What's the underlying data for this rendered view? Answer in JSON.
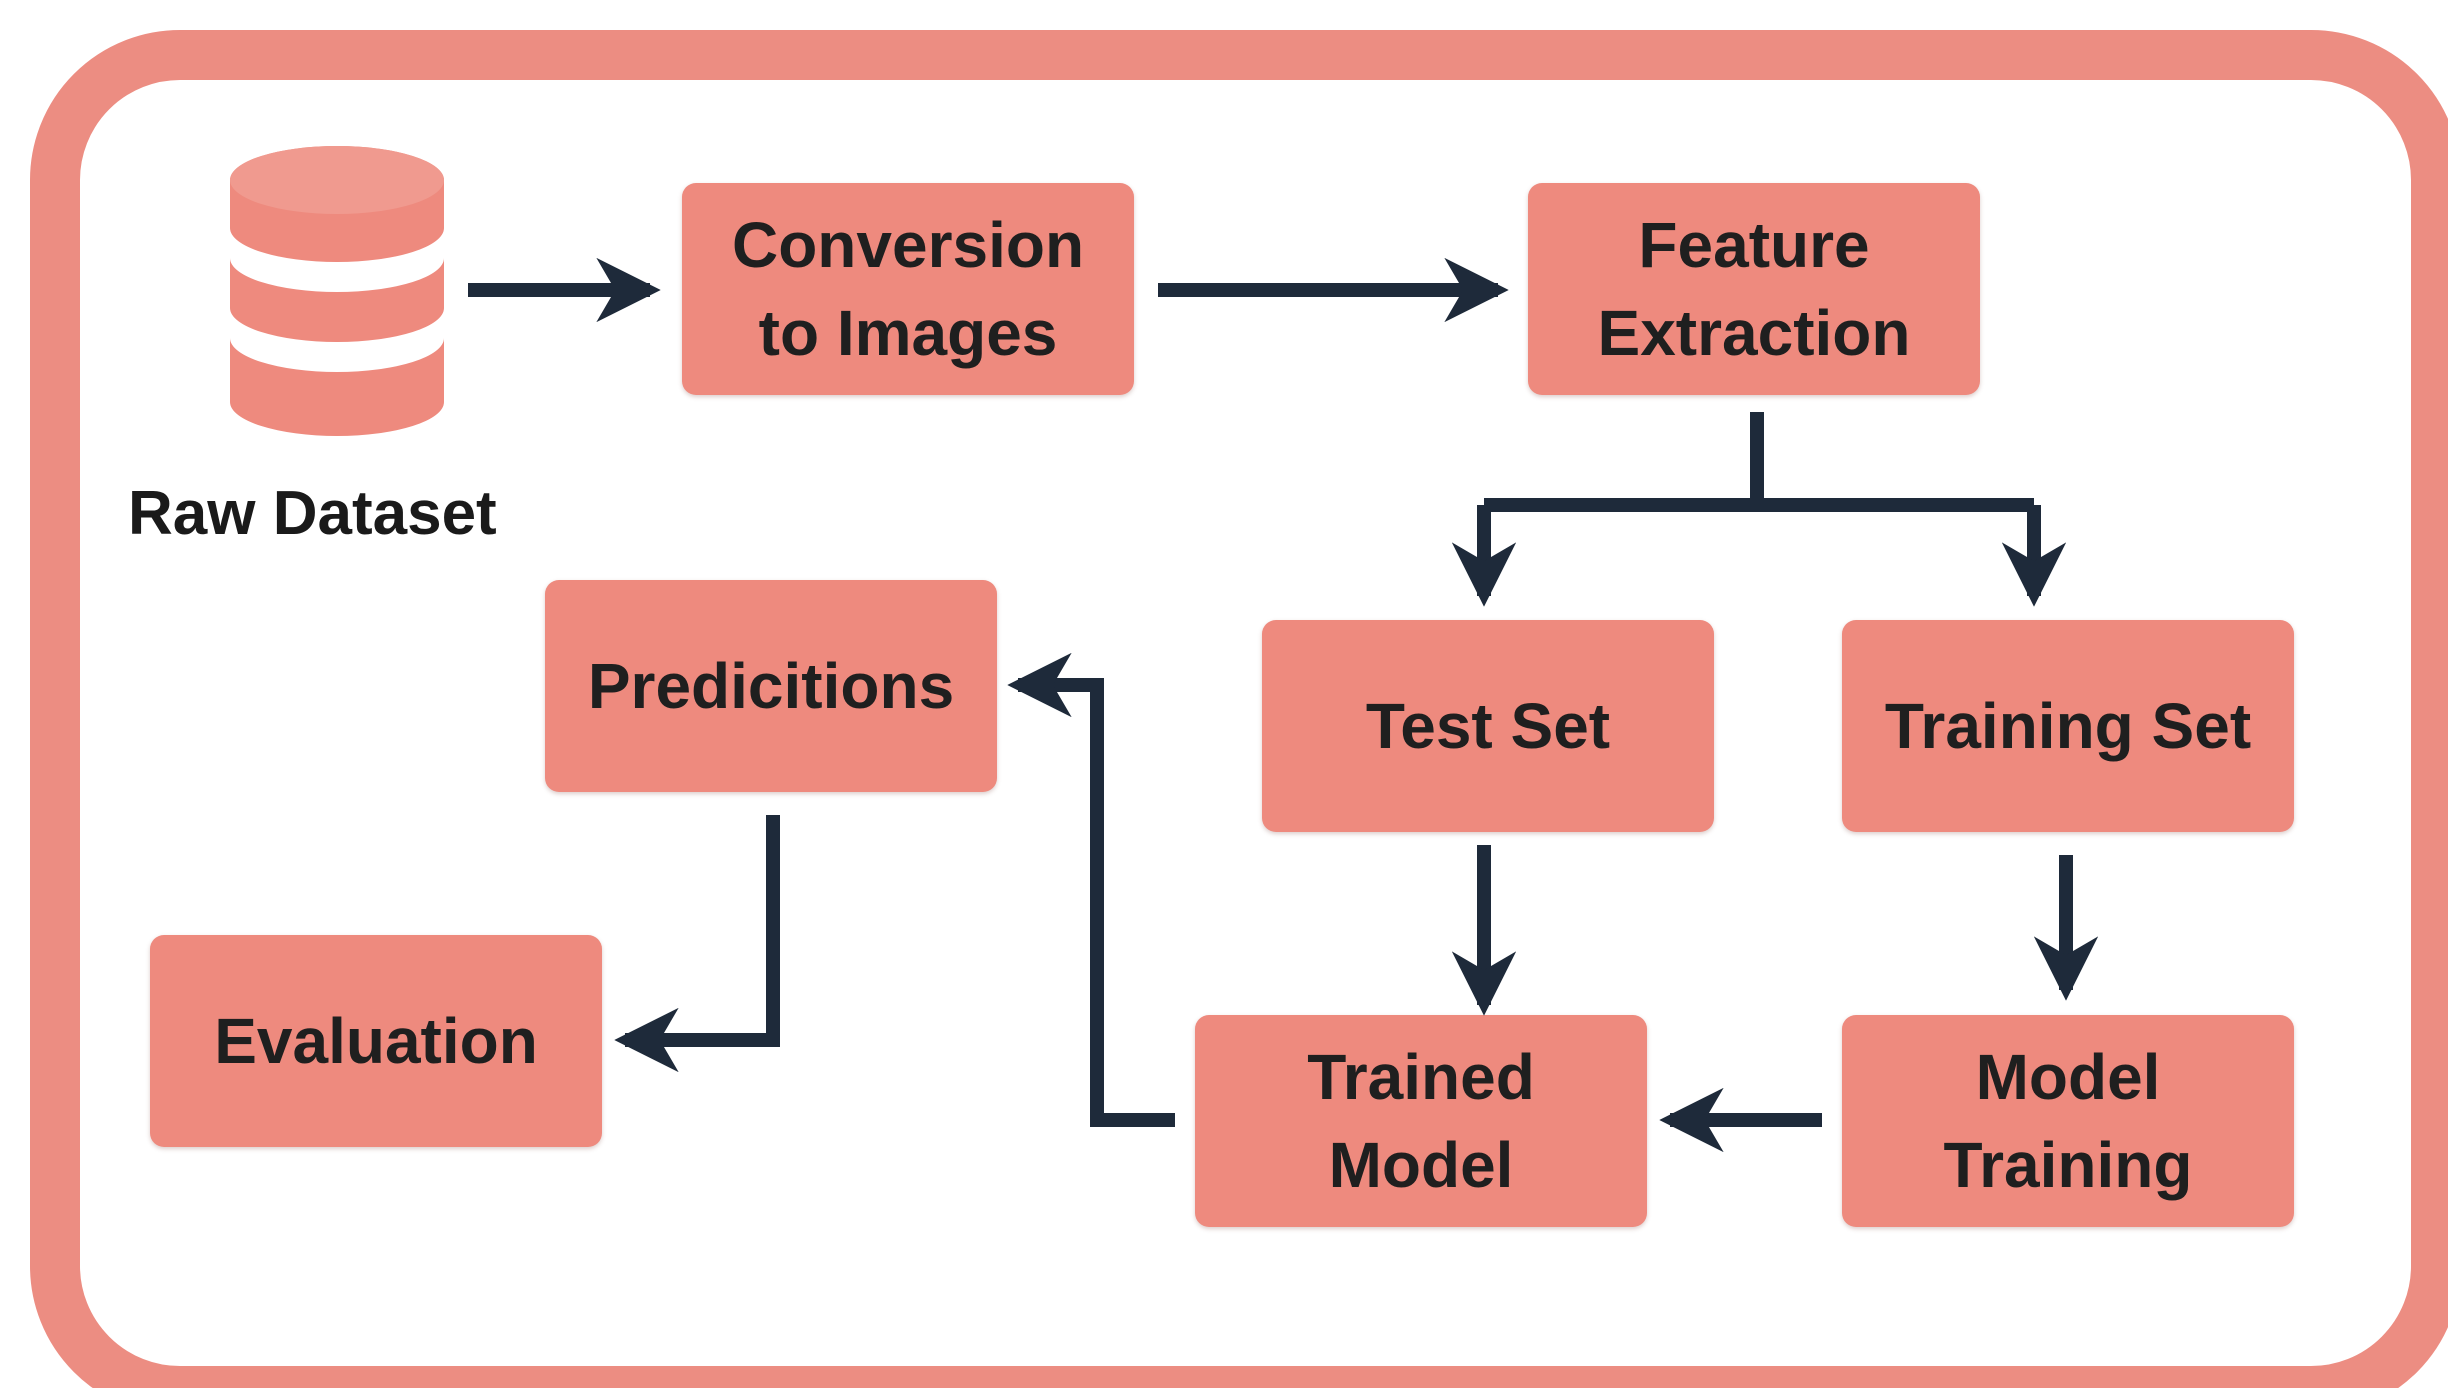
{
  "colors": {
    "frame": "#ec8d82",
    "box_fill": "#ee8a7e",
    "arrow": "#1e2a3a",
    "text": "#1f1f1f"
  },
  "diagram": {
    "raw_dataset": {
      "icon": "database-icon",
      "label": "Raw Dataset"
    },
    "nodes": {
      "conversion": "Conversion\nto Images",
      "feature_extraction": "Feature\nExtraction",
      "test_set": "Test Set",
      "training_set": "Training Set",
      "model_training": "Model\nTraining",
      "trained_model": "Trained\nModel",
      "predictions": "Predicitions",
      "evaluation": "Evaluation"
    }
  }
}
